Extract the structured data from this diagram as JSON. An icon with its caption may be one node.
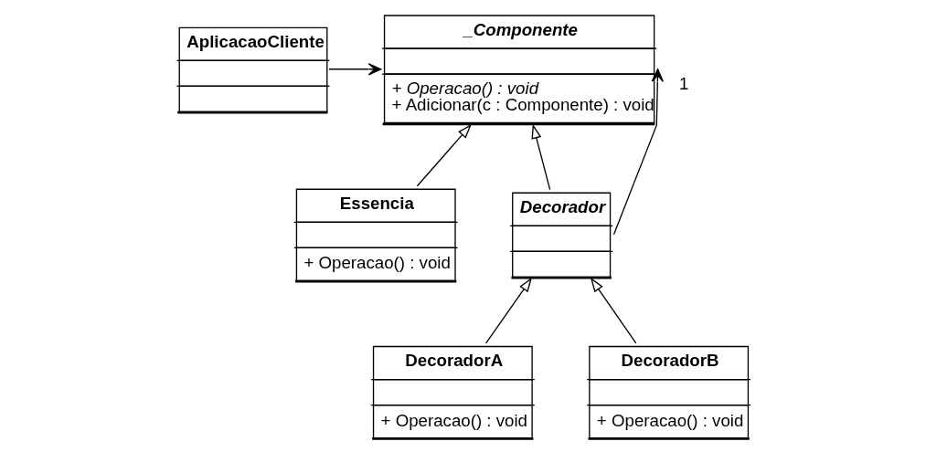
{
  "diagram": {
    "nodes": [
      {
        "text": [
          "AplicacaoCliente"
        ]
      },
      {
        "text": [
          "_Componente",
          "+ Operacao() : void",
          "+ Adicionar(c : Componente) : void"
        ]
      },
      {
        "text": [
          "Essencia",
          "+ Operacao() : void"
        ]
      },
      {
        "text": [
          "Decorador"
        ]
      },
      {
        "text": [
          "DecoradorA",
          "+ Operacao() : void"
        ]
      },
      {
        "text": [
          "DecoradorB",
          "+ Operacao() : void"
        ]
      }
    ],
    "edges": [
      {
        "from": 0,
        "to": 1,
        "arrow": "to"
      },
      {
        "from": 2,
        "to": 1,
        "arrow": "to"
      },
      {
        "from": 3,
        "to": 1,
        "arrow": "to"
      },
      {
        "from": 3,
        "to": 1,
        "arrow": "to",
        "label": "1"
      },
      {
        "from": 4,
        "to": 3,
        "arrow": "to"
      },
      {
        "from": 5,
        "to": 3,
        "arrow": "to"
      }
    ]
  }
}
